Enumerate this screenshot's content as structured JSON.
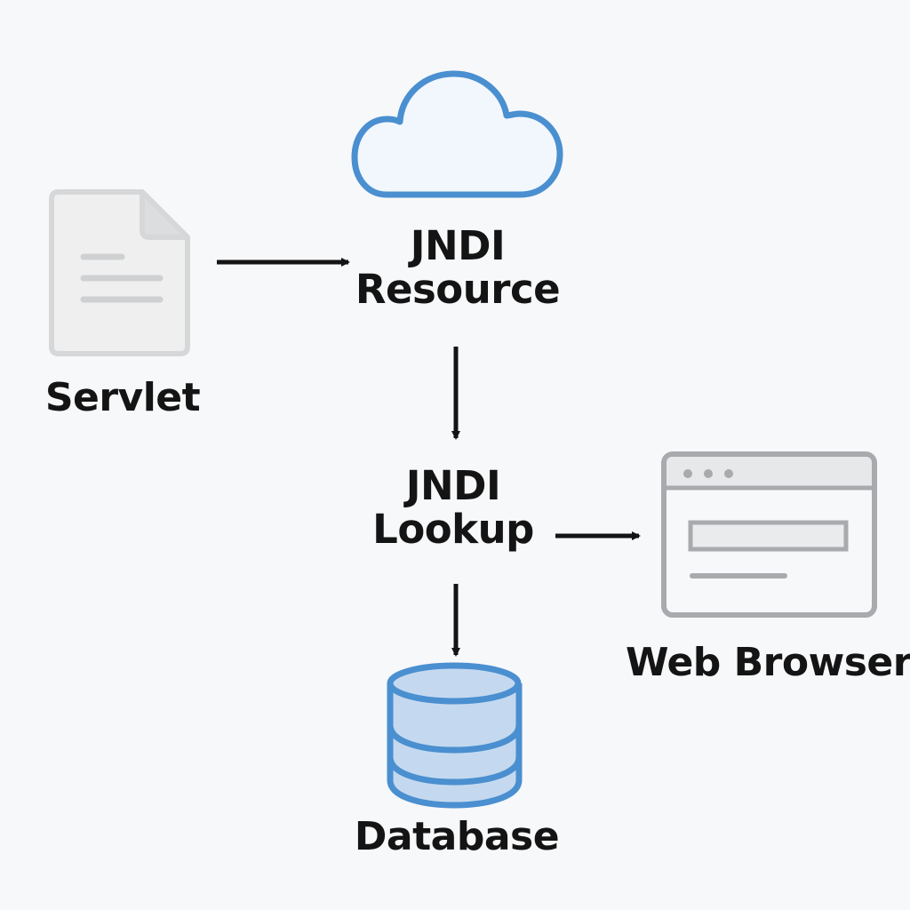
{
  "nodes": {
    "servlet": {
      "label": "Servlet",
      "icon": "document-icon"
    },
    "jndi_resource": {
      "line1": "JNDI",
      "line2": "Resource",
      "icon": "cloud-icon"
    },
    "jndi_lookup": {
      "line1": "JNDI",
      "line2": "Lookup"
    },
    "web_browser": {
      "label": "Web Browser",
      "icon": "browser-window-icon"
    },
    "database": {
      "label": "Database",
      "icon": "database-icon"
    }
  },
  "edges": [
    {
      "from": "Servlet",
      "to": "JNDI Resource"
    },
    {
      "from": "JNDI Resource",
      "to": "JNDI Lookup"
    },
    {
      "from": "JNDI Lookup",
      "to": "Web Browser"
    },
    {
      "from": "JNDI Lookup",
      "to": "Database"
    }
  ],
  "colors": {
    "accent_blue": "#4a8fd0",
    "icon_gray": "#a8aaad",
    "text": "#141414",
    "background": "#f7f8fa"
  }
}
